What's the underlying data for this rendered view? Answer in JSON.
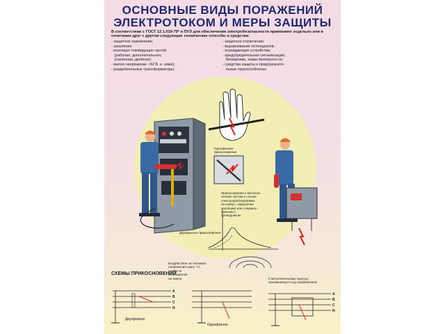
{
  "poster": {
    "title_line1": "ОСНОВНЫЕ ВИДЫ ПОРАЖЕНИЙ",
    "title_line2": "ЭЛЕКТРОТОКОМ И МЕРЫ ЗАЩИТЫ",
    "intro": "В соответствии с ГОСТ 12.1.019-79* и ПУЭ для обеспечения электробезопасности применяют отдельно или в сочетании друг с другом следующие технические способы и средства:",
    "measures_left": [
      "- защитное заземление;",
      "- зануление",
      "- изоляция токоведущих частей",
      "   (рабочая, дополнительная,",
      "   усиленная, двойная);",
      "- малое напряжение  (42 В  и  ниже);",
      "- разделительные трансформаторы;"
    ],
    "measures_right": [
      "- защитное отключение;",
      "- выравнивание потенциалов;",
      "- ограждающие устройства;",
      "- предупредительная сигнализация,",
      "   блокировки, знаки безопасности;",
      "- средства защиты и предохрaните-",
      "   льные приспособления"
    ],
    "captions": {
      "single_contact": "Однофазное\nприкосновение",
      "metal_contact": "Прикосновение к металли-\nческим частям в случае\nэлектропробоя(кромка\nна корпус, нарушение\nизоляции) или соприкос-\nновении с\nпроводником",
      "two_phase": "Двухфазное прикосновение",
      "step_voltage": "Воздействие на человека\nнапряжения шага, т.е.\nразности\nпотенциалов\nна земле"
    },
    "schemes": {
      "title": "СХЕМЫ ПРИКОСНОВЕНИЙ",
      "scheme1_label": "Двухфазное",
      "scheme2_label": "Однофазное",
      "scheme3_caption": "К металлическому корпусу,\nоказавшемуся под напряжением",
      "phase_labels": [
        "A",
        "B",
        "C",
        "N"
      ]
    }
  }
}
